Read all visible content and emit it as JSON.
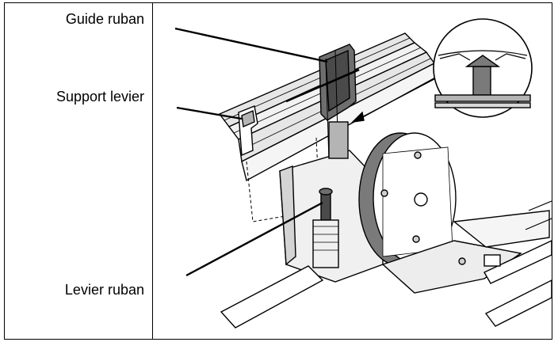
{
  "labels": {
    "guide": "Guide ruban",
    "support": "Support levier",
    "lever": "Levier ruban"
  },
  "colors": {
    "line": "#000000",
    "light_gray": "#e6e6e6",
    "mid_gray": "#b4b4b4",
    "dark_gray": "#6e6e6e",
    "darker_gray": "#4a4a4a"
  }
}
